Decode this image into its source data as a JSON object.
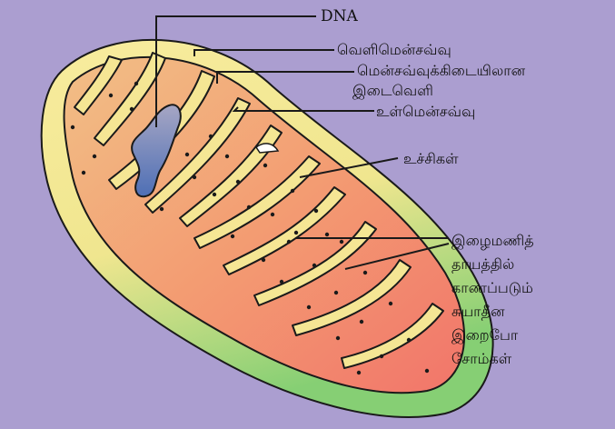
{
  "colors": {
    "background": "#ab9ed0",
    "outer_membrane": "#f6e99a",
    "outer_gradient_end": "#8fd17a",
    "intermembrane": "#f5e694",
    "matrix_light": "#f2b780",
    "matrix_dark": "#f27d6a",
    "dna": "#5e79b5",
    "outline": "#1a1a1a",
    "leader_line": "#1a1a1a"
  },
  "labels": {
    "dna": "DNA",
    "outer_membrane": "வெளிமென்சவ்வு",
    "intermembrane_line1": "மென்சவ்வுக்கிடையிலான",
    "intermembrane_line2": "இடைவெளி",
    "inner_membrane": "உள்மென்சவ்வு",
    "cristae": "உச்சிகள்",
    "ribosomes": [
      "இழைமணித்",
      "தாயத்தில்",
      "காணப்படும்",
      "சுயாதீன",
      "இறைபோ",
      "சோம்கள்"
    ]
  }
}
